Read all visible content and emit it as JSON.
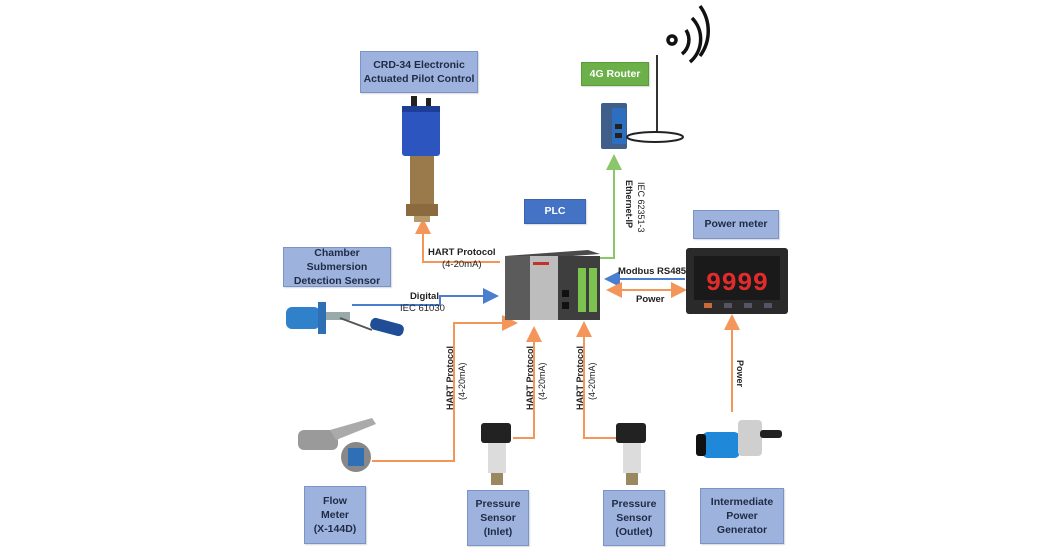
{
  "diagram": {
    "colors": {
      "analog_line": "#f4955a",
      "digital_line": "#4a7fd0",
      "ethernet_line": "#8cc66a",
      "label_box_fill": "#9db3de",
      "router_label_fill": "#6cb04a",
      "plc_label_fill": "#4472c4"
    },
    "nodes": {
      "pilot_control": {
        "label_line1": "CRD-34 Electronic",
        "label_line2": "Actuated Pilot Control"
      },
      "router": {
        "label": "4G Router"
      },
      "plc": {
        "label": "PLC"
      },
      "power_meter": {
        "label": "Power meter",
        "display": "9999"
      },
      "chamber_sensor": {
        "label_line1": "Chamber Submersion",
        "label_line2": "Detection Sensor"
      },
      "flow_meter": {
        "label_line1": "Flow",
        "label_line2": "Meter",
        "label_line3": "(X-144D)"
      },
      "pressure_inlet": {
        "label_line1": "Pressure",
        "label_line2": "Sensor",
        "label_line3": "(Inlet)"
      },
      "pressure_outlet": {
        "label_line1": "Pressure",
        "label_line2": "Sensor",
        "label_line3": "(Outlet)"
      },
      "power_generator": {
        "label_line1": "Intermediate",
        "label_line2": "Power",
        "label_line3": "Generator"
      }
    },
    "connections": {
      "plc_to_pilot": {
        "protocol": "HART Protocol",
        "detail": "(4-20mA)"
      },
      "router_to_plc": {
        "protocol": "Ethernet-IP",
        "detail": "IEC 62351-3"
      },
      "chamber_to_plc": {
        "protocol": "Digital",
        "detail": "IEC 61030"
      },
      "meter_to_plc": {
        "protocol": "Modbus RS485"
      },
      "plc_meter_power": {
        "protocol": "Power"
      },
      "generator_to_meter": {
        "protocol": "Power"
      },
      "flow_to_plc": {
        "protocol": "HART Protocol",
        "detail": "(4-20mA)"
      },
      "inlet_to_plc": {
        "protocol": "HART Protocol",
        "detail": "(4-20mA)"
      },
      "outlet_to_plc": {
        "protocol": "HART Protocol",
        "detail": "(4-20mA)"
      }
    }
  }
}
